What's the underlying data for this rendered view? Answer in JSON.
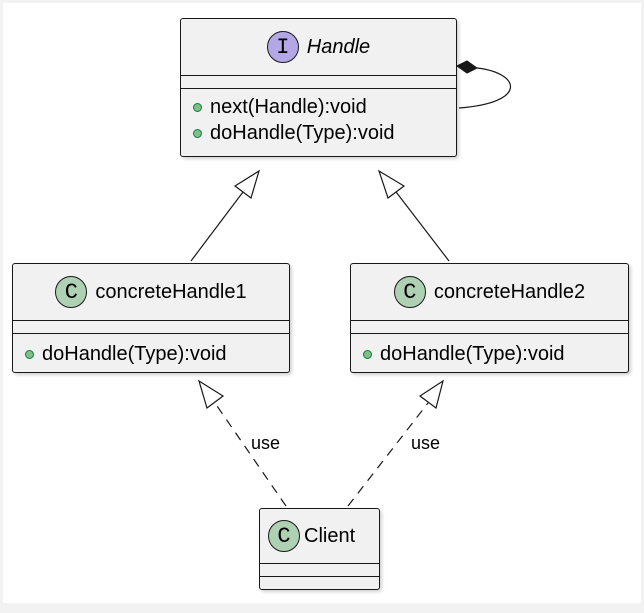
{
  "diagram": {
    "handle": {
      "stereotype_icon": "I",
      "name": "Handle",
      "methods": [
        "next(Handle):void",
        "doHandle(Type):void"
      ]
    },
    "concrete1": {
      "stereotype_icon": "C",
      "name": "concreteHandle1",
      "methods": [
        "doHandle(Type):void"
      ]
    },
    "concrete2": {
      "stereotype_icon": "C",
      "name": "concreteHandle2",
      "methods": [
        "doHandle(Type):void"
      ]
    },
    "client": {
      "stereotype_icon": "C",
      "name": "Client"
    },
    "edges": {
      "use_label_1": "use",
      "use_label_2": "use"
    },
    "colors": {
      "interface_badge": "#b4a7e5",
      "class_badge": "#add1b2",
      "public_method_dot": "#84be84",
      "box_fill": "#f1f1f1",
      "line": "#181818"
    }
  }
}
